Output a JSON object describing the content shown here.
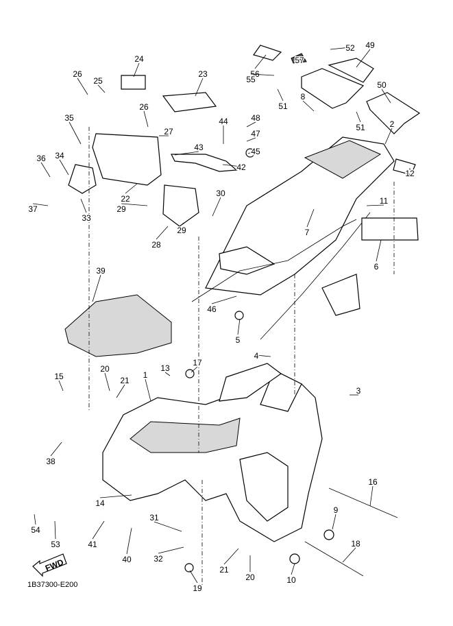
{
  "diagram": {
    "part_numbers": [
      "24",
      "23",
      "26",
      "25",
      "26",
      "27",
      "35",
      "44",
      "43",
      "42",
      "36",
      "34",
      "37",
      "33",
      "22",
      "29",
      "30",
      "29",
      "28",
      "48",
      "47",
      "45",
      "52",
      "49",
      "56",
      "57",
      "55",
      "51",
      "8",
      "50",
      "51",
      "2",
      "12",
      "11",
      "7",
      "6",
      "39",
      "46",
      "5",
      "4",
      "17",
      "3",
      "1",
      "13",
      "20",
      "21",
      "15",
      "38",
      "14",
      "16",
      "9",
      "18",
      "54",
      "53",
      "41",
      "40",
      "31",
      "32",
      "21",
      "20",
      "10",
      "19"
    ],
    "fwd_label": "FWD",
    "diagram_code": "1B37300-E200"
  }
}
